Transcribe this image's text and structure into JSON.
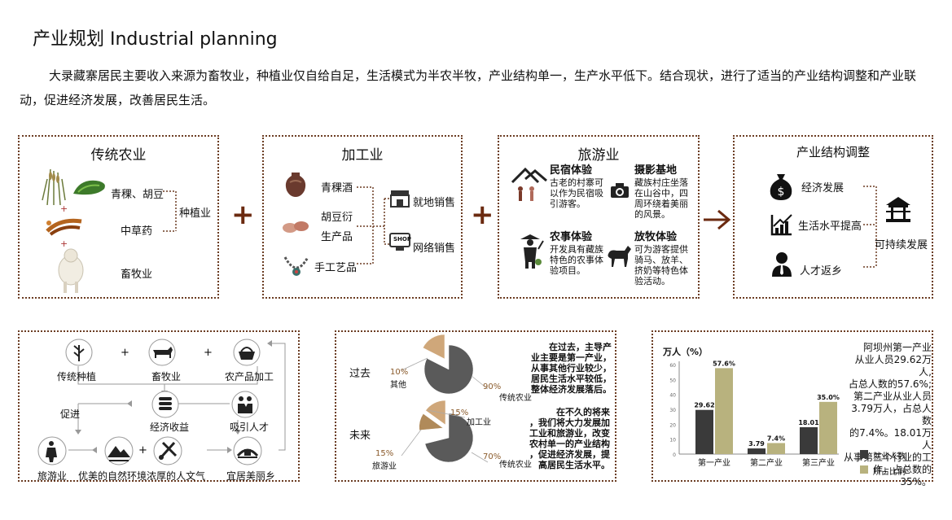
{
  "page": {
    "title": "产业规划  Industrial planning",
    "intro": "大录藏寨居民主要收入来源为畜牧业，种植业仅自给自足，生活模式为半农半牧，产业结构单一，生产水平低下。结合现状，进行了适当的产业结构调整和产业联动，促进经济发展，改善居民生活。"
  },
  "agri": {
    "title": "传统农业",
    "item1": "青稞、胡豆",
    "item2": "中草药",
    "item3": "畜牧业",
    "result": "种植业",
    "plus": "+"
  },
  "processing": {
    "title": "加工业",
    "item1": "青稞酒",
    "item2a": "胡豆衍",
    "item2b": "生产品",
    "item3": "手工艺品",
    "sale1": "就地销售",
    "sale2": "网络销售",
    "shop_text": "SHOP"
  },
  "tourism": {
    "title": "旅游业",
    "b1_title": "民宿体验",
    "b1_text": [
      "古老的村寨可",
      "以作为民宿吸",
      "引游客。"
    ],
    "b2_title": "摄影基地",
    "b2_text": [
      "藏族村庄坐落",
      "在山谷中，四",
      "周环绕着美丽",
      "的风景。"
    ],
    "b3_title": "农事体验",
    "b3_text": [
      "开发具有藏族",
      "特色的农事体",
      "验项目。"
    ],
    "b4_title": "放牧体验",
    "b4_text": [
      "可为游客提供",
      "骑马、放羊、",
      "挤奶等特色体",
      "验活动。"
    ]
  },
  "structure": {
    "title": "产业结构调整",
    "item1": "经济发展",
    "item2": "生活水平提高",
    "item3": "人才返乡",
    "result": "可持续发展"
  },
  "ops": {
    "plus": "+",
    "arrow": "→"
  },
  "cycle": {
    "n1": "传统种植",
    "n2": "畜牧业",
    "n3": "农产品加工",
    "n4": "经济收益",
    "n5": "吸引人才",
    "n6": "促进",
    "n7": "旅游业",
    "n8": "优美的自然环境",
    "n9": "浓厚的人文气",
    "n10": "宜居美丽乡"
  },
  "pies": {
    "past_label": "过去",
    "future_label": "未来",
    "past_text": [
      "在过去，主导产",
      "业主要是第一产业，",
      "从事其他行业较少，",
      "居民生活水平较低，",
      "整体经济发展落后。"
    ],
    "future_text": [
      "在不久的将来",
      "，我们将大力发展加",
      "工业和旅游业，改变",
      "农村单一的产业结构",
      "，促进经济发展，提",
      "高居民生活水平。"
    ],
    "past_big_pct": "90%",
    "past_big_name": "传统农业",
    "past_small_pct": "10%",
    "past_small_name": "其他",
    "future_big_pct": "70%",
    "future_big_name": "传统农业",
    "future_a_pct": "15%",
    "future_a_name": "加工业",
    "future_b_pct": "15%",
    "future_b_name": "旅游业"
  },
  "bar_panel": {
    "unit": "万人（%）",
    "note": [
      "阿坝州第一产业",
      "从业人员29.62万人,",
      "占总人数的57.6%;",
      "第二产业从业人员",
      "3.79万人，占总人数",
      "的7.4%。18.01万人",
      "从事第三个行业的工",
      "作，占总数的35%。"
    ],
    "legend1": "就业人数",
    "legend2": "所占比例"
  },
  "chart_data": {
    "type": "bar",
    "categories": [
      "第一产业",
      "第二产业",
      "第三产业"
    ],
    "series": [
      {
        "name": "就业人数",
        "values": [
          29.62,
          3.79,
          18.01
        ],
        "labels": [
          "29.62",
          "3.79",
          "18.01"
        ],
        "color": "#3a3a3a"
      },
      {
        "name": "所占比例",
        "values": [
          57.6,
          7.4,
          35.0
        ],
        "labels": [
          "57.6%",
          "7.4%",
          "35.0%"
        ],
        "color": "#b8b27e"
      }
    ],
    "ylabel": "万人（%）",
    "ylim": [
      0,
      60
    ],
    "yticks": [
      "0",
      "10",
      "20",
      "30",
      "40",
      "50",
      "60"
    ],
    "grid": false,
    "legend": "bottom-right"
  }
}
